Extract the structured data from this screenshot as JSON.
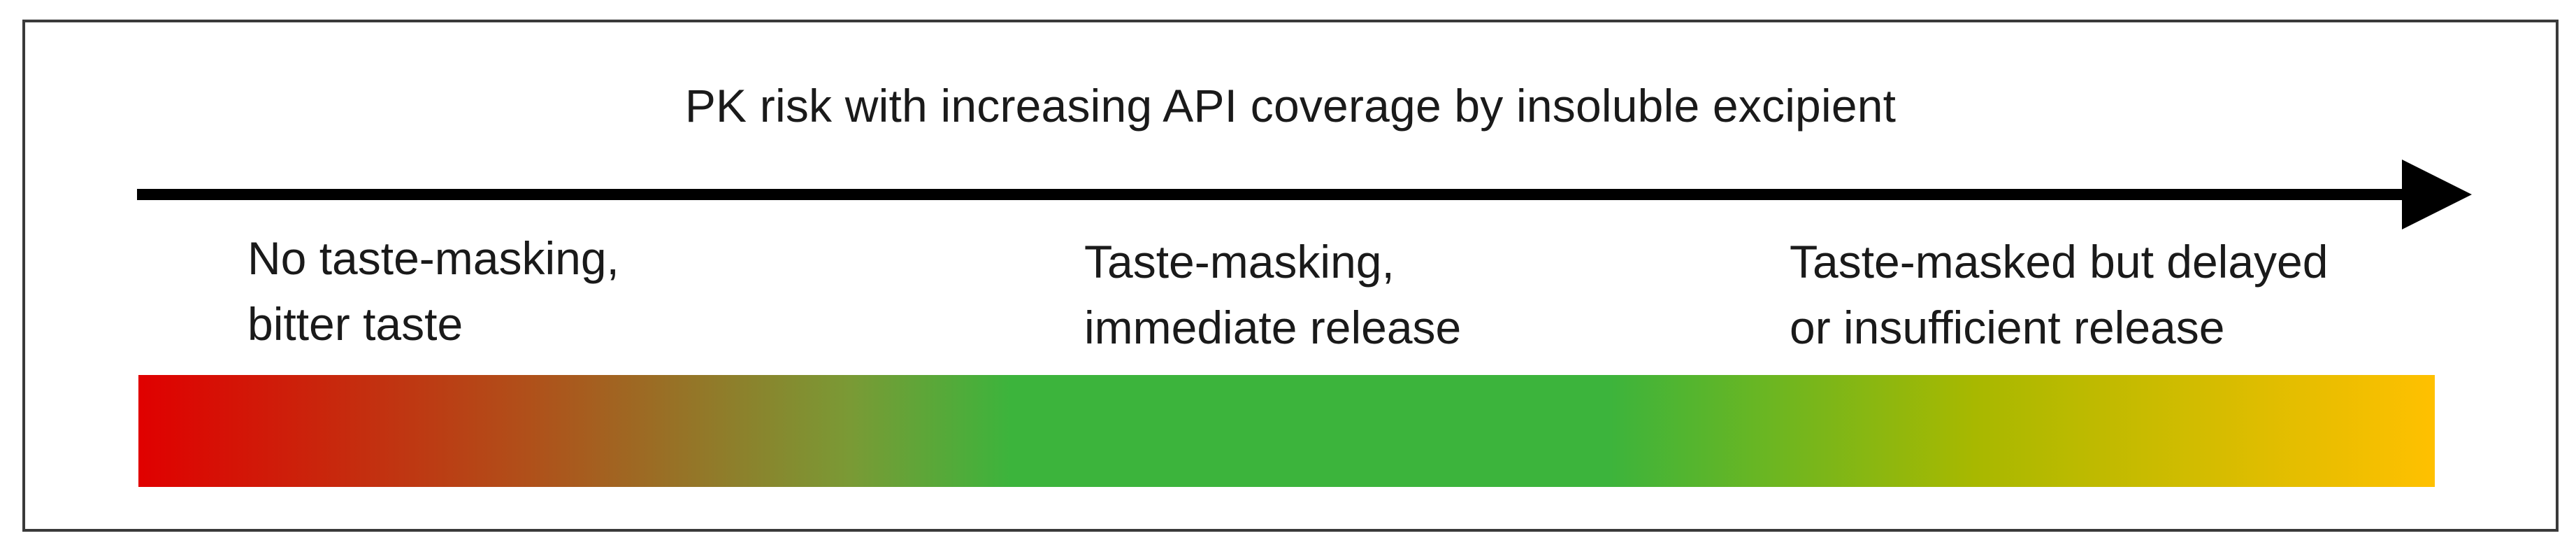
{
  "figure": {
    "title": "PK risk with increasing API coverage by insoluble excipient",
    "labels": {
      "left": {
        "line1": "No taste-masking,",
        "line2": "bitter taste"
      },
      "middle": {
        "line1": "Taste-masking,",
        "line2": "immediate release"
      },
      "right": {
        "line1": "Taste-masked but delayed",
        "line2": "or insufficient release"
      }
    },
    "arrow": {
      "direction": "right",
      "color": "#000000"
    },
    "gradient": {
      "colors": {
        "start": "#e00000",
        "mid_transition": "#b0501a",
        "olive": "#7a9a35",
        "green": "#3cb43c",
        "yellow_green": "#a8b800",
        "end": "#ffc000"
      }
    }
  }
}
